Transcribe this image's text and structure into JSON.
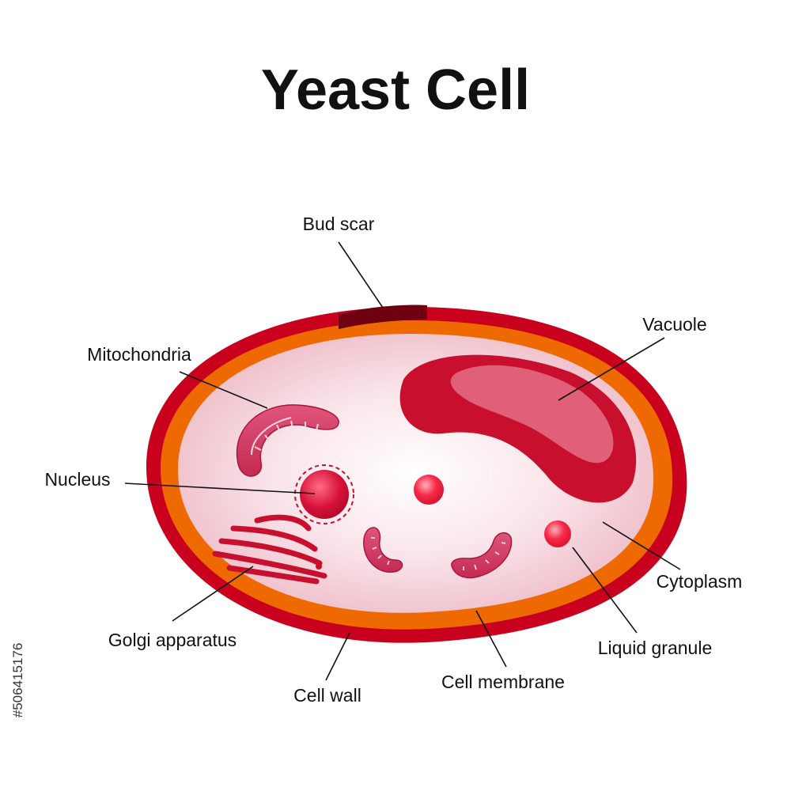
{
  "title": "Yeast Cell",
  "labels": {
    "bud_scar": "Bud scar",
    "vacuole": "Vacuole",
    "mitochondria": "Mitochondria",
    "nucleus": "Nucleus",
    "cytoplasm": "Cytoplasm",
    "golgi_apparatus": "Golgi apparatus",
    "liquid_granule": "Liquid granule",
    "cell_wall": "Cell wall",
    "cell_membrane": "Cell membrane"
  },
  "watermark": {
    "stock_id": "#506415176"
  },
  "colors": {
    "cell_wall": "#c8001e",
    "cell_membrane": "#ee6a00",
    "cytoplasm_center": "#ffffff",
    "cytoplasm_edge": "#f1c1cc",
    "bud_scar": "#6e0010",
    "vacuole_outer": "#c8102e",
    "vacuole_inner": "#e0607a",
    "organelle": "#d23a5c",
    "nucleus": "#d8123a",
    "granule": "#f0203c"
  }
}
